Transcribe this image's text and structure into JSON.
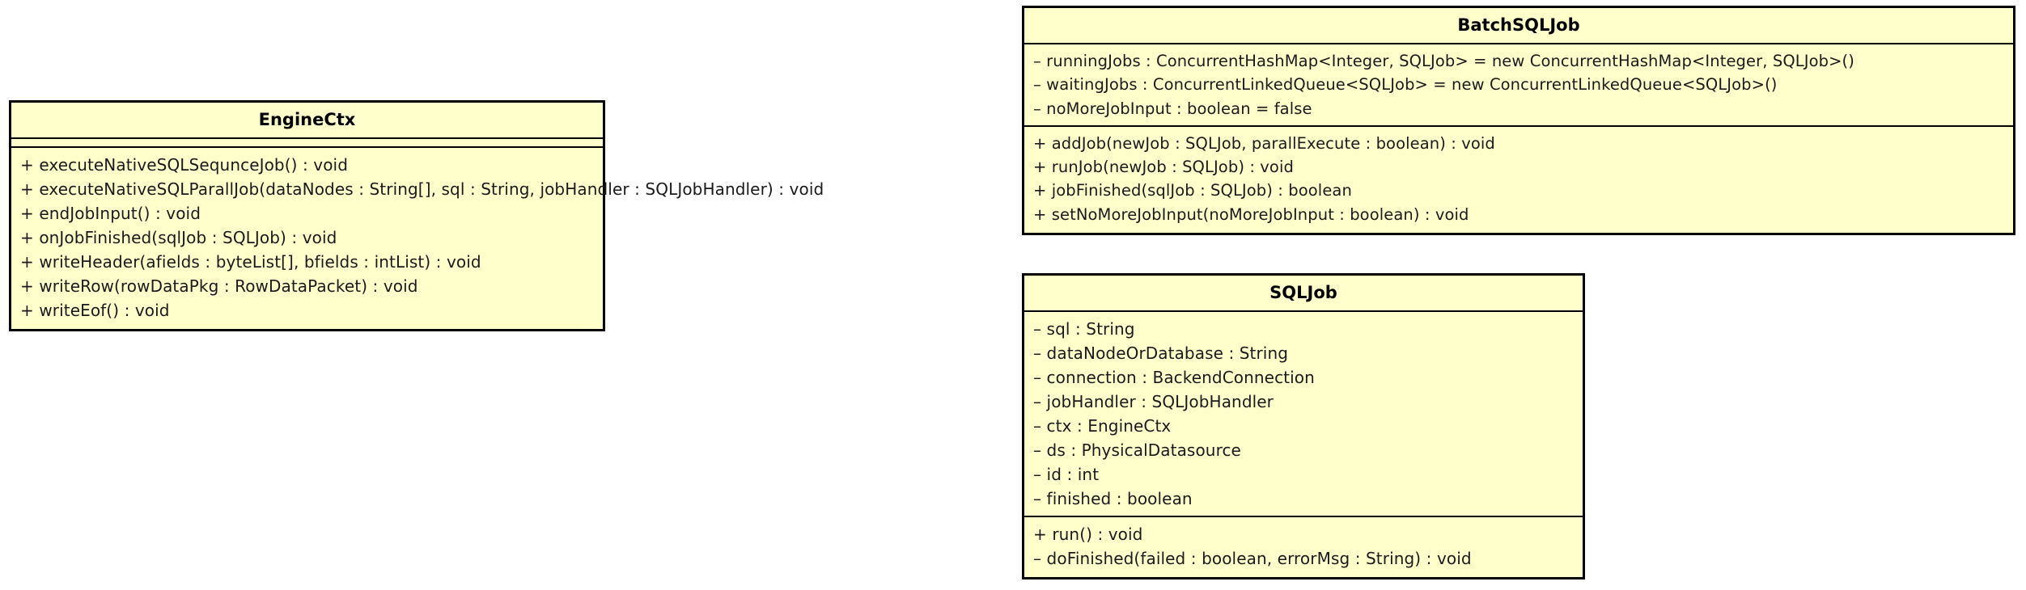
{
  "diagram": {
    "type": "uml-class-diagram",
    "background_color": "#ffffff",
    "class_fill_color": "#ffffcc",
    "border_color": "#000000",
    "text_color": "#1a1a1a"
  },
  "classes": [
    {
      "id": "engine-ctx",
      "name": "EngineCtx",
      "attributes": [],
      "operations": [
        "+ executeNativeSQLSequnceJob() : void",
        "+ executeNativeSQLParallJob(dataNodes : String[], sql : String, jobHandler : SQLJobHandler) : void",
        "+ endJobInput() : void",
        "+ onJobFinished(sqlJob : SQLJob) : void",
        "+ writeHeader(afields : byteList[], bfields : intList) : void",
        "+ writeRow(rowDataPkg : RowDataPacket) : void",
        "+ writeEof() : void"
      ]
    },
    {
      "id": "batch-sql-job",
      "name": "BatchSQLJob",
      "attributes": [
        "– runningJobs : ConcurrentHashMap<Integer, SQLJob> = new ConcurrentHashMap<Integer, SQLJob>()",
        "– waitingJobs : ConcurrentLinkedQueue<SQLJob> = new ConcurrentLinkedQueue<SQLJob>()",
        "– noMoreJobInput : boolean = false"
      ],
      "operations": [
        "+ addJob(newJob : SQLJob, parallExecute : boolean) : void",
        "+ runJob(newJob : SQLJob) : void",
        "+ jobFinished(sqlJob : SQLJob) : boolean",
        "+ setNoMoreJobInput(noMoreJobInput : boolean) : void"
      ]
    },
    {
      "id": "sql-job",
      "name": "SQLJob",
      "attributes": [
        "– sql : String",
        "– dataNodeOrDatabase : String",
        "– connection : BackendConnection",
        "– jobHandler : SQLJobHandler",
        "– ctx : EngineCtx",
        "– ds : PhysicalDatasource",
        "– id : int",
        "– finished : boolean"
      ],
      "operations": [
        "+ run() : void",
        "– doFinished(failed : boolean, errorMsg : String) : void"
      ]
    }
  ]
}
